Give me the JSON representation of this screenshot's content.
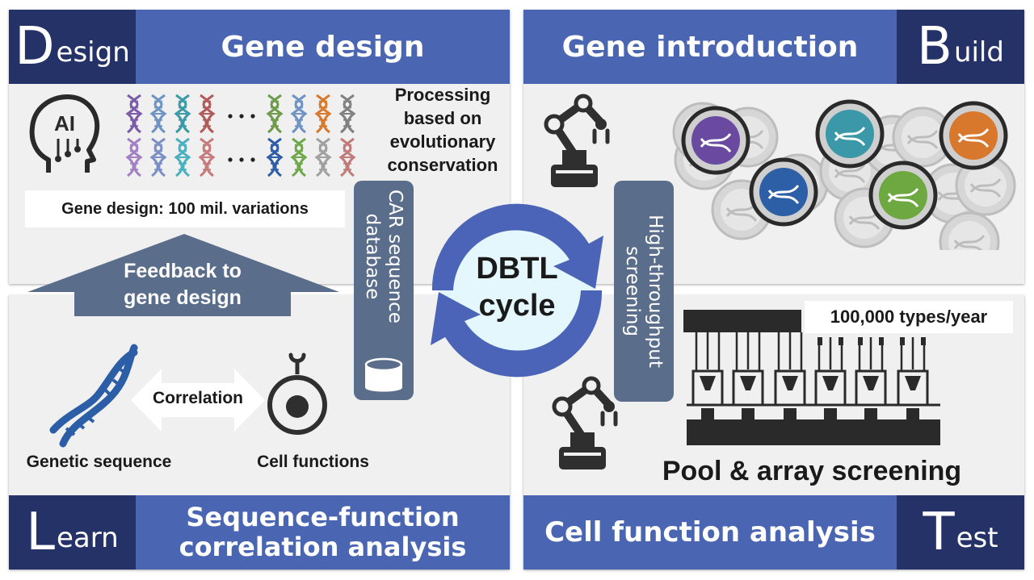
{
  "quadrants": {
    "design": {
      "big_letter": "D",
      "rest": "esign",
      "title": "Gene design"
    },
    "build": {
      "big_letter": "B",
      "rest": "uild",
      "title": "Gene introduction"
    },
    "learn": {
      "big_letter": "L",
      "rest": "earn",
      "title_line1": "Sequence-function",
      "title_line2": "correlation analysis"
    },
    "test": {
      "big_letter": "T",
      "rest": "est",
      "title": "Cell function analysis"
    }
  },
  "design_panel": {
    "ai_label": "AI",
    "processing_lines": [
      "Processing",
      "based on",
      "evolutionary",
      "conservation"
    ],
    "gene_design_box": "Gene design: 100 mil. variations",
    "dna_colors_top": [
      "#7a5ca8",
      "#6e93c4",
      "#3b9aa8",
      "#b05a5a",
      "#6e9a4a",
      "#6e93c4",
      "#d87a2e",
      "#808080"
    ],
    "dna_colors_bottom": [
      "#a37fc4",
      "#7b8fc4",
      "#49b0c0",
      "#c77a7a",
      "#2e5da8",
      "#6ea84a",
      "#a0a0a0",
      "#c07a7a"
    ]
  },
  "feedback_arrow": {
    "line1": "Feedback to",
    "line2": "gene design"
  },
  "center": {
    "line1": "DBTL",
    "line2": "cycle"
  },
  "car_database": {
    "line1": "CAR sequence",
    "line2": "database"
  },
  "screening_label": {
    "line1": "High-throughput",
    "line2": "screening"
  },
  "learn_panel": {
    "correlation": "Correlation",
    "genetic_sequence": "Genetic sequence",
    "cell_functions": "Cell functions"
  },
  "test_panel": {
    "types_per_year": "100,000 types/year",
    "pool_array": "Pool & array screening"
  },
  "colors": {
    "bar_light": "#4a66b2",
    "bar_dark": "#253268",
    "panel_bg": "#f0f0f0",
    "cycle_arrow": "#4b64b7",
    "label_box": "#5a6d8a",
    "feedback_arrow": "#5a6d8a"
  },
  "icons": [
    "ai-head-icon",
    "dna-icon",
    "robot-arm-icon",
    "cell-dish-icon",
    "cell-icon",
    "database-icon",
    "pipette-array-icon"
  ]
}
